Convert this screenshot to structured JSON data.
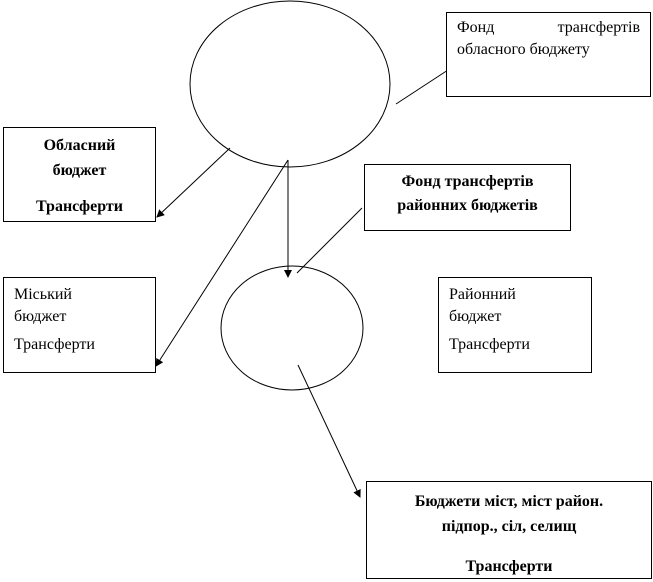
{
  "colors": {
    "stroke": "#000000",
    "background": "#ffffff"
  },
  "boxes": {
    "regional_fund": {
      "line1_left": "Фонд",
      "line1_right": "трансфертів",
      "line2": "обласного бюджету"
    },
    "oblast_budget": {
      "line1": "Обласний",
      "line2": "бюджет",
      "line3": "Трансферти"
    },
    "district_fund": {
      "line1": "Фонд трансфертів",
      "line2": "районних бюджетів"
    },
    "city_budget": {
      "line1": "Міський",
      "line2": "бюджет",
      "line3": "Трансферти"
    },
    "district_budget": {
      "line1": "Районний",
      "line2": "бюджет",
      "line3": "Трансферти"
    },
    "local_budgets": {
      "line1": "Бюджети міст, міст район.",
      "line2": "підпор., сіл, селищ",
      "line3": "Трансферти"
    }
  }
}
